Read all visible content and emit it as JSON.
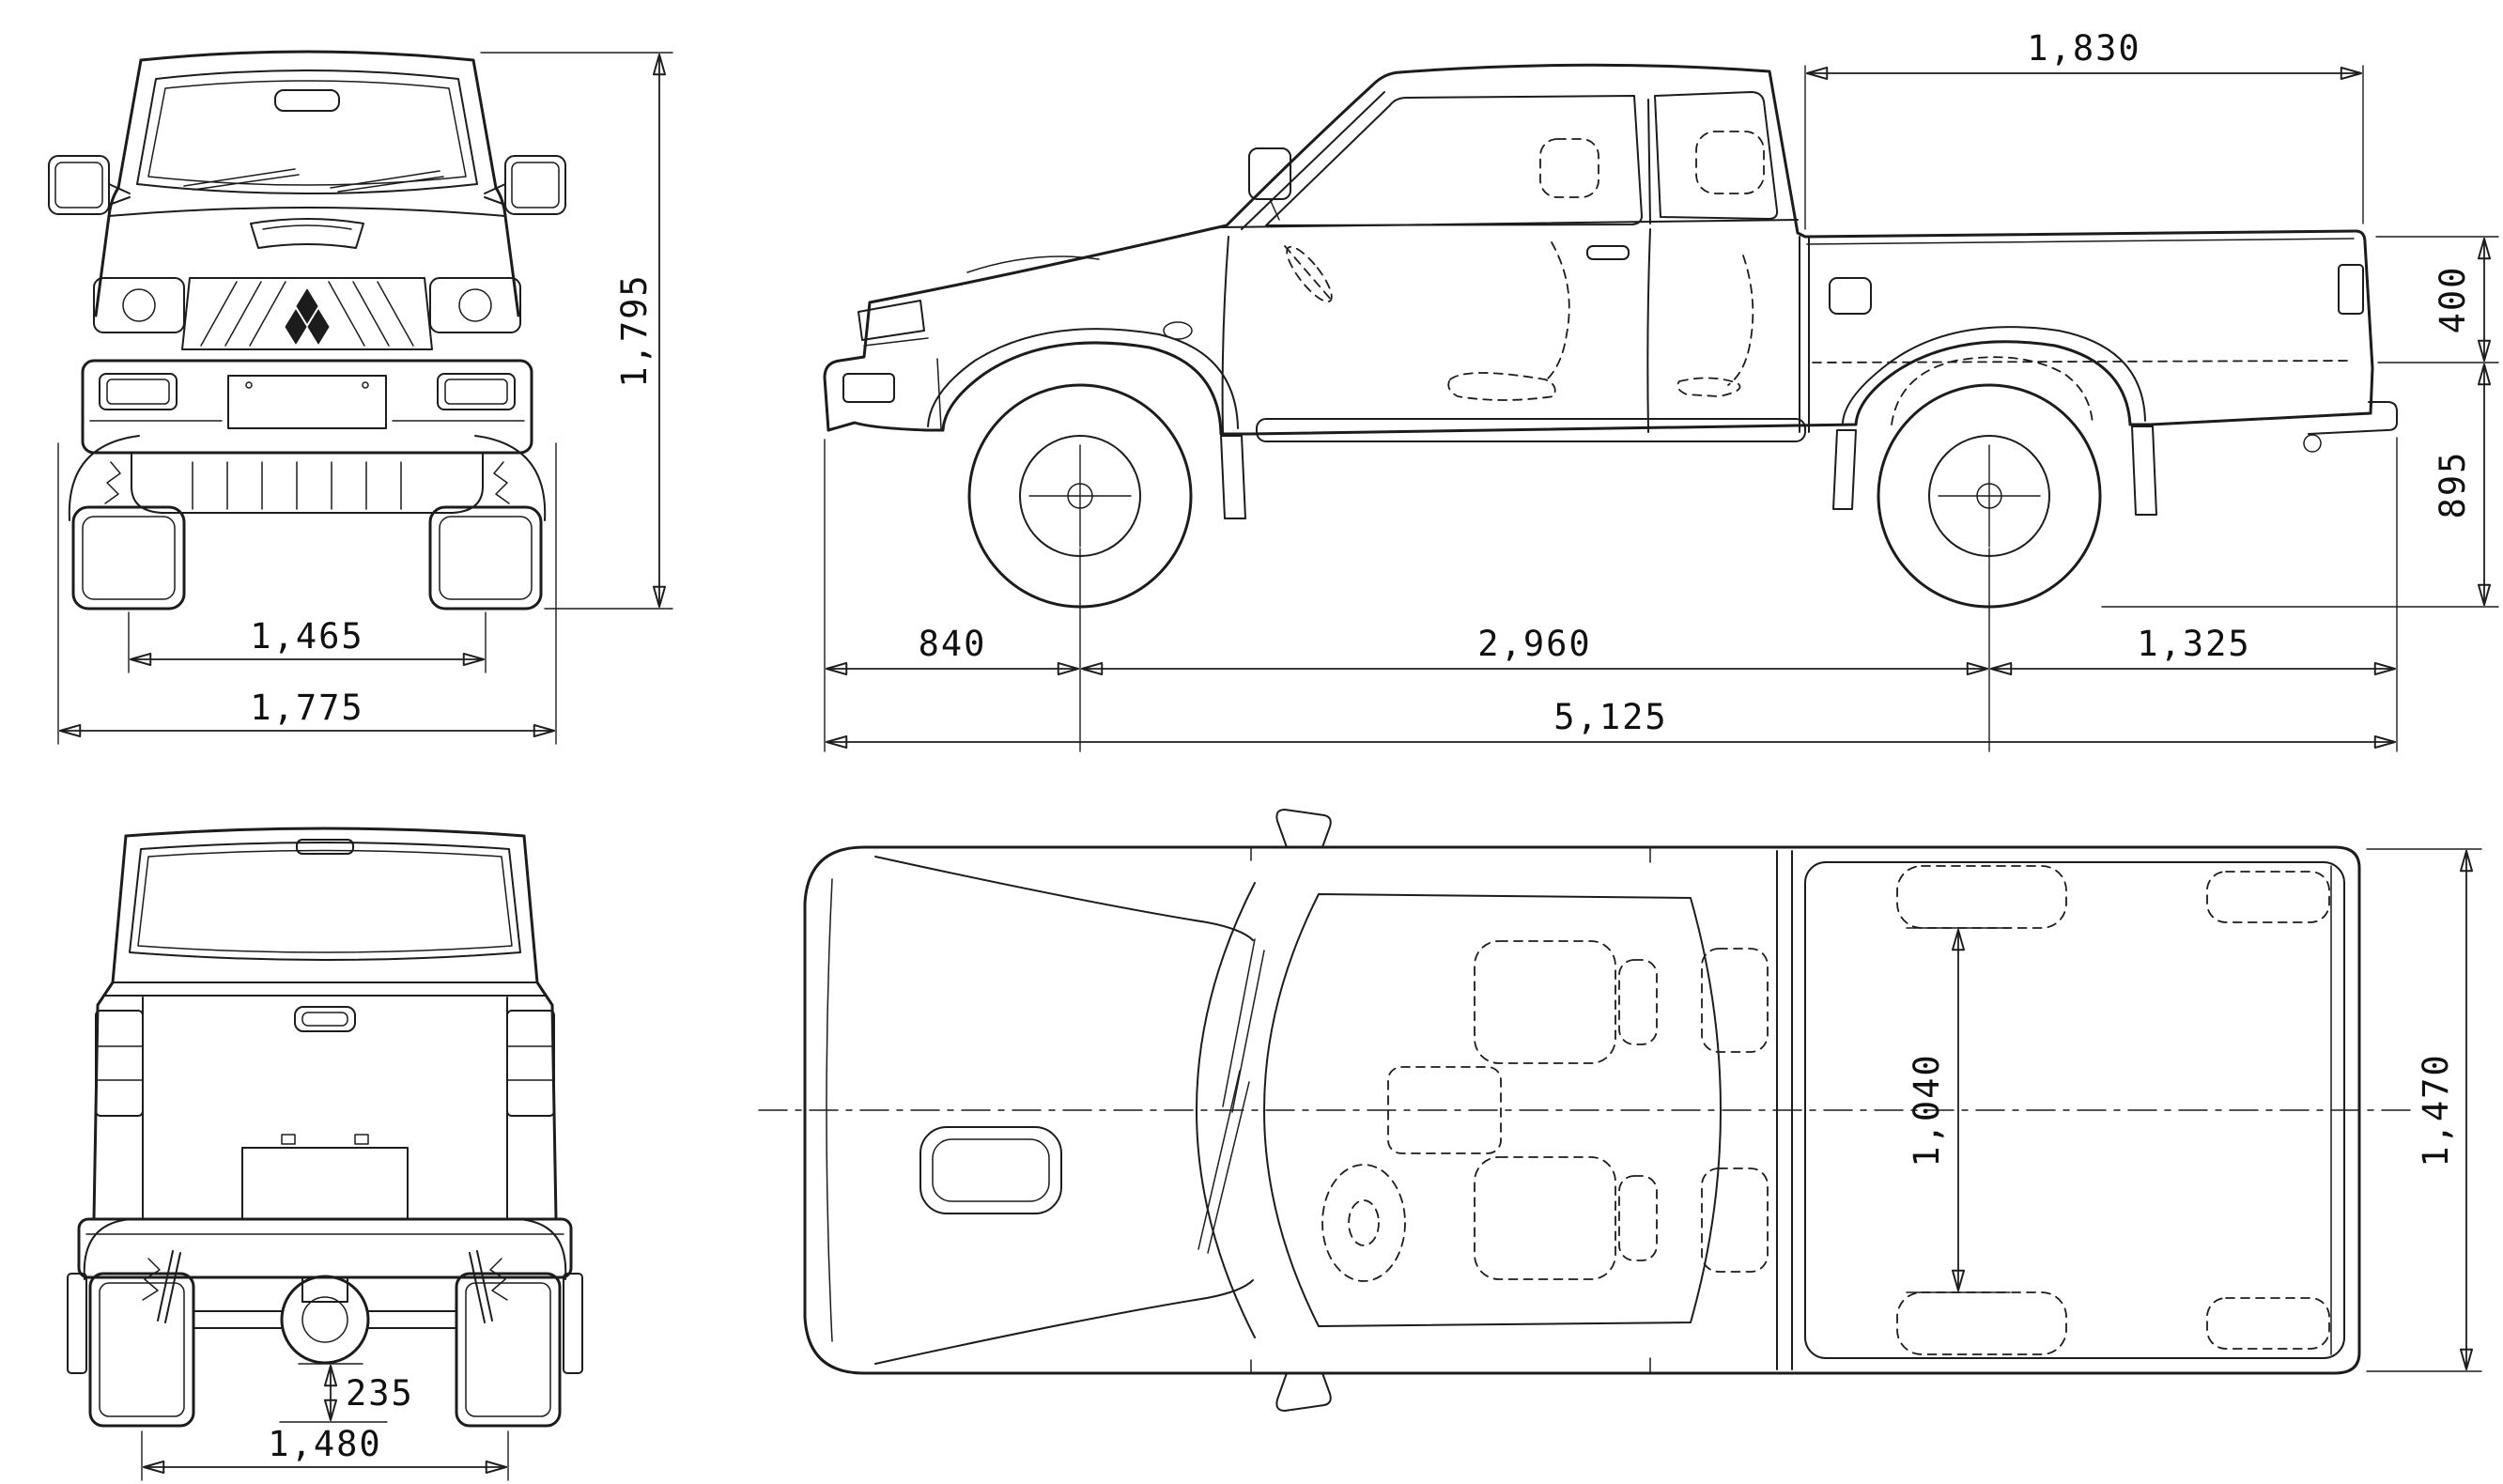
{
  "colors": {
    "background": "#ffffff",
    "ink": "#1c1c1c"
  },
  "dimensions": {
    "front": {
      "height": "1,795",
      "track": "1,465",
      "overall_width": "1,775"
    },
    "side": {
      "bed_length": "1,830",
      "bed_depth": "400",
      "bed_height": "895",
      "front_overhang": "840",
      "wheelbase": "2,960",
      "rear_overhang": "1,325",
      "overall_length": "5,125"
    },
    "rear": {
      "ground_clearance": "235",
      "track": "1,480"
    },
    "top": {
      "bed_inner_width": "1,040",
      "body_width": "1,470"
    }
  }
}
